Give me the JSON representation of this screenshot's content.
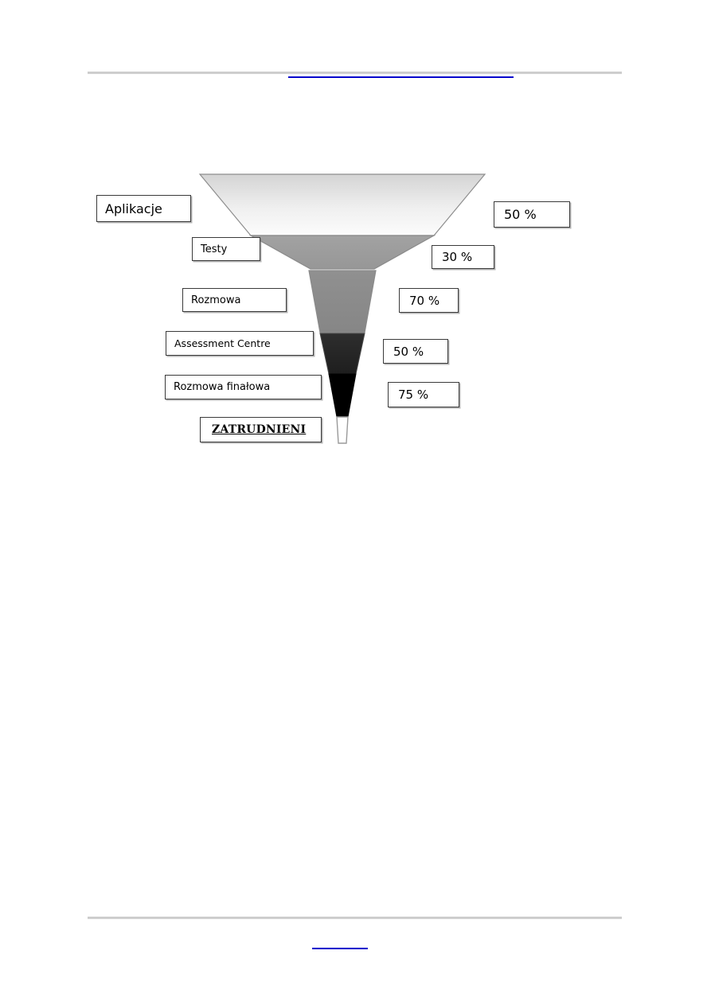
{
  "document": {
    "header": {
      "link_text": "",
      "link_color": "#0000cc",
      "rule_color": "#d0d0d0"
    },
    "footer": {
      "link_text": "",
      "link_color": "#0000cc",
      "rule_color": "#d0d0d0"
    }
  },
  "chart_data": {
    "type": "funnel",
    "title": "",
    "xlabel": "",
    "ylabel": "",
    "orientation": "vertical-inverted",
    "stage_label_position": "left",
    "rate_label_position": "right",
    "categories": [
      "Aplikacje",
      "Testy",
      "Rozmowa",
      "Assessment Centre",
      "Rozmowa finałowa",
      "ZATRUDNIENI"
    ],
    "conversion_rates": [
      "50 %",
      "30 %",
      "70 %",
      "50 %",
      "75 %"
    ],
    "values": [
      50,
      30,
      70,
      50,
      75
    ],
    "segments": [
      {
        "label": "Aplikacje",
        "rate": "50 %",
        "fill_top": "#d6d6d6",
        "fill_bottom": "#fbfbfb",
        "gradient": true
      },
      {
        "label": "Testy",
        "rate": "30 %",
        "fill_top": "#9e9e9e",
        "fill_bottom": "#9a9a9a",
        "gradient": false
      },
      {
        "label": "Rozmowa",
        "rate": "70 %",
        "fill_top": "#8d8d8d",
        "fill_bottom": "#8a8a8a",
        "gradient": false
      },
      {
        "label": "Assessment Centre",
        "rate": "50 %",
        "fill_top": "#2a2a2a",
        "fill_bottom": "#222222",
        "gradient": false
      },
      {
        "label": "Rozmowa finałowa",
        "rate": "75 %",
        "fill_top": "#000000",
        "fill_bottom": "#000000",
        "gradient": false
      },
      {
        "label": "ZATRUDNIENI",
        "rate": "",
        "fill_top": "#ffffff",
        "fill_bottom": "#ffffff",
        "gradient": false
      }
    ],
    "outline_color": "#8a8a8a",
    "legend": "none",
    "grid": false
  },
  "labels": {
    "stages": [
      {
        "text": "Aplikacje"
      },
      {
        "text": "Testy"
      },
      {
        "text": "Rozmowa"
      },
      {
        "text": "Assessment Centre"
      },
      {
        "text": "Rozmowa finałowa"
      },
      {
        "text": "ZATRUDNIENI"
      }
    ],
    "rates": [
      {
        "text": "50 %"
      },
      {
        "text": "30 %"
      },
      {
        "text": "70 %"
      },
      {
        "text": "50 %"
      },
      {
        "text": "75 %"
      }
    ]
  }
}
